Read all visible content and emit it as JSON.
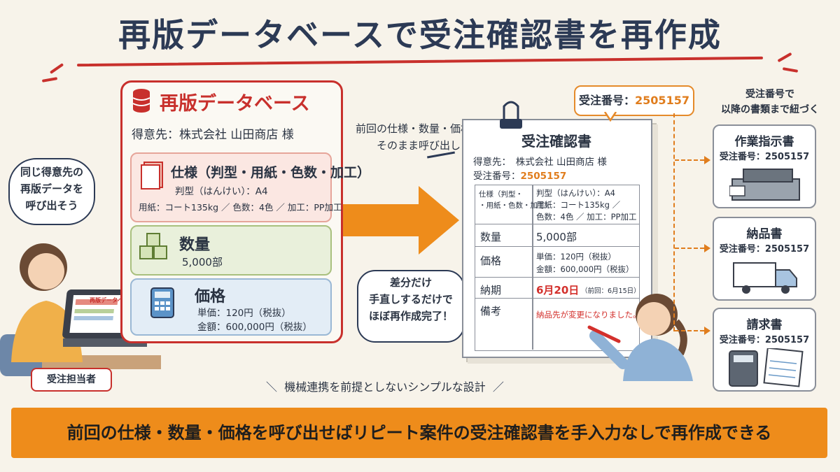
{
  "title": "再版データベースで受注確認書を再作成",
  "database": {
    "title": "再版データベース",
    "customer_line": "得意先：株式会社 山田商店 様",
    "spec": {
      "heading": "仕様（判型・用紙・色数・加工）",
      "line1": "判型（はんけい）：A4",
      "line2": "用紙：コート135kg ／ 色数：4色 ／ 加工：PP加工"
    },
    "quantity": {
      "heading": "数量",
      "value": "5,000部"
    },
    "price": {
      "heading": "価格",
      "unit": "単価：120円（税抜）",
      "total": "金額：600,000円（税抜）"
    }
  },
  "staff": {
    "speech": [
      "同じ得意先の",
      "再版データを",
      "呼び出そう"
    ],
    "label": "受注担当者",
    "screen_title": "再版データベース"
  },
  "arrow_caption": [
    "前回の仕様・数量・価格を",
    "そのまま呼び出し"
  ],
  "editor_speech": [
    "差分だけ",
    "手直しするだけで",
    "ほぼ再作成完了！"
  ],
  "order_number_box": {
    "label": "受注番号：",
    "value": "2505157"
  },
  "confirmation": {
    "title": "受注確認書",
    "customer": "得意先：　株式会社 山田商店 様",
    "order_label": "受注番号：",
    "order_value": "2505157",
    "rows": {
      "spec_label": [
        "仕様（判型・",
        "・用紙・色数・加工）"
      ],
      "spec_values": [
        "判型（はんけい）：A4",
        "用紙：コート135kg ／",
        "色数：4色 ／ 加工：PP加工"
      ],
      "qty_label": "数量",
      "qty_value": "5,000部",
      "price_label": "価格",
      "price_values": [
        "単価：120円（税抜）",
        "金額：600,000円（税抜）"
      ],
      "due_label": "納期",
      "due_value": "6月20日",
      "due_prev": "（前回：6月15日）",
      "note_label": "備考",
      "note_value": "納品先が変更になりました。"
    }
  },
  "linked_caption": [
    "受注番号で",
    "以降の書類まで紐づく"
  ],
  "linked_docs": [
    {
      "title": "作業指示書",
      "order": "受注番号：2505157",
      "icon": "printing-press-icon"
    },
    {
      "title": "納品書",
      "order": "受注番号：2505157",
      "icon": "delivery-truck-icon"
    },
    {
      "title": "請求書",
      "order": "受注番号：2505157",
      "icon": "calculator-invoice-icon"
    }
  ],
  "design_note": "機械連携を前提としないシンプルな設計",
  "bottom_banner": "前回の仕様・数量・価格を呼び出せばリピート案件の受注確認書を手入力なしで再作成できる",
  "colors": {
    "accent_red": "#c8302c",
    "accent_orange": "#ee8c1b",
    "navy": "#2c3a55"
  }
}
